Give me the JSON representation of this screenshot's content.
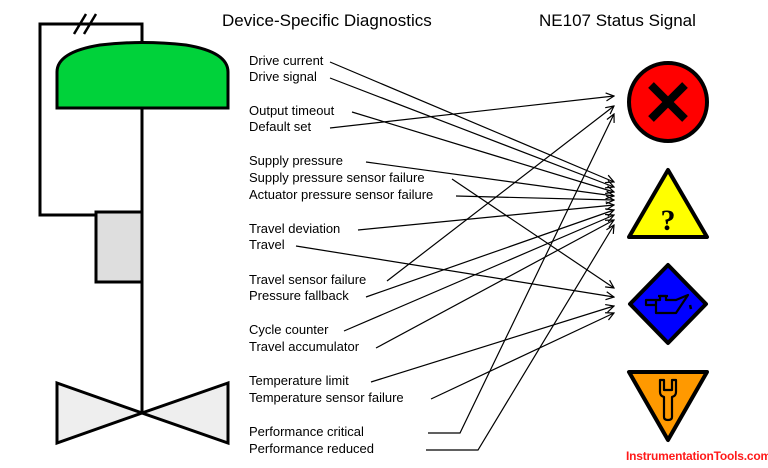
{
  "titles": {
    "left": "Device-Specific Diagnostics",
    "right": "NE107 Status Signal"
  },
  "diagnostics": [
    {
      "label": "Drive current",
      "target": "out-of-specification"
    },
    {
      "label": "Drive signal",
      "target": "out-of-specification"
    },
    {
      "label": "Output timeout",
      "target": "out-of-specification"
    },
    {
      "label": "Default set",
      "target": "failure"
    },
    {
      "label": "Supply pressure",
      "target": "out-of-specification"
    },
    {
      "label": "Supply pressure sensor failure",
      "target": "maintenance-required"
    },
    {
      "label": "Actuator pressure sensor failure",
      "target": "out-of-specification"
    },
    {
      "label": "Travel deviation",
      "target": "out-of-specification"
    },
    {
      "label": "Travel",
      "target": "maintenance-required"
    },
    {
      "label": "Travel sensor failure",
      "target": "failure"
    },
    {
      "label": "Pressure fallback",
      "target": "out-of-specification"
    },
    {
      "label": "Cycle counter",
      "target": "out-of-specification"
    },
    {
      "label": "Travel accumulator",
      "target": "out-of-specification"
    },
    {
      "label": "Temperature limit",
      "target": "maintenance-required"
    },
    {
      "label": "Temperature sensor failure",
      "target": "maintenance-required"
    },
    {
      "label": "Performance critical",
      "target": "failure"
    },
    {
      "label": "Performance reduced",
      "target": "out-of-specification"
    }
  ],
  "status_signals": [
    {
      "id": "failure",
      "icon": "failure-x-icon",
      "color": "#ff0000",
      "glyph": "✕"
    },
    {
      "id": "out-of-specification",
      "icon": "question-triangle-icon",
      "color": "#ffff00",
      "glyph": "?"
    },
    {
      "id": "maintenance-required",
      "icon": "oil-can-diamond-icon",
      "color": "#0000ff",
      "glyph": "oil-can"
    },
    {
      "id": "function-check",
      "icon": "wrench-triangle-icon",
      "color": "#ff9900",
      "glyph": "wrench"
    }
  ],
  "valve_diagram": {
    "actuator_color": "#00d23a",
    "positioner_color": "#dedede",
    "valve_body_color": "#eeeeee"
  },
  "watermark": "InstrumentationTools.com"
}
